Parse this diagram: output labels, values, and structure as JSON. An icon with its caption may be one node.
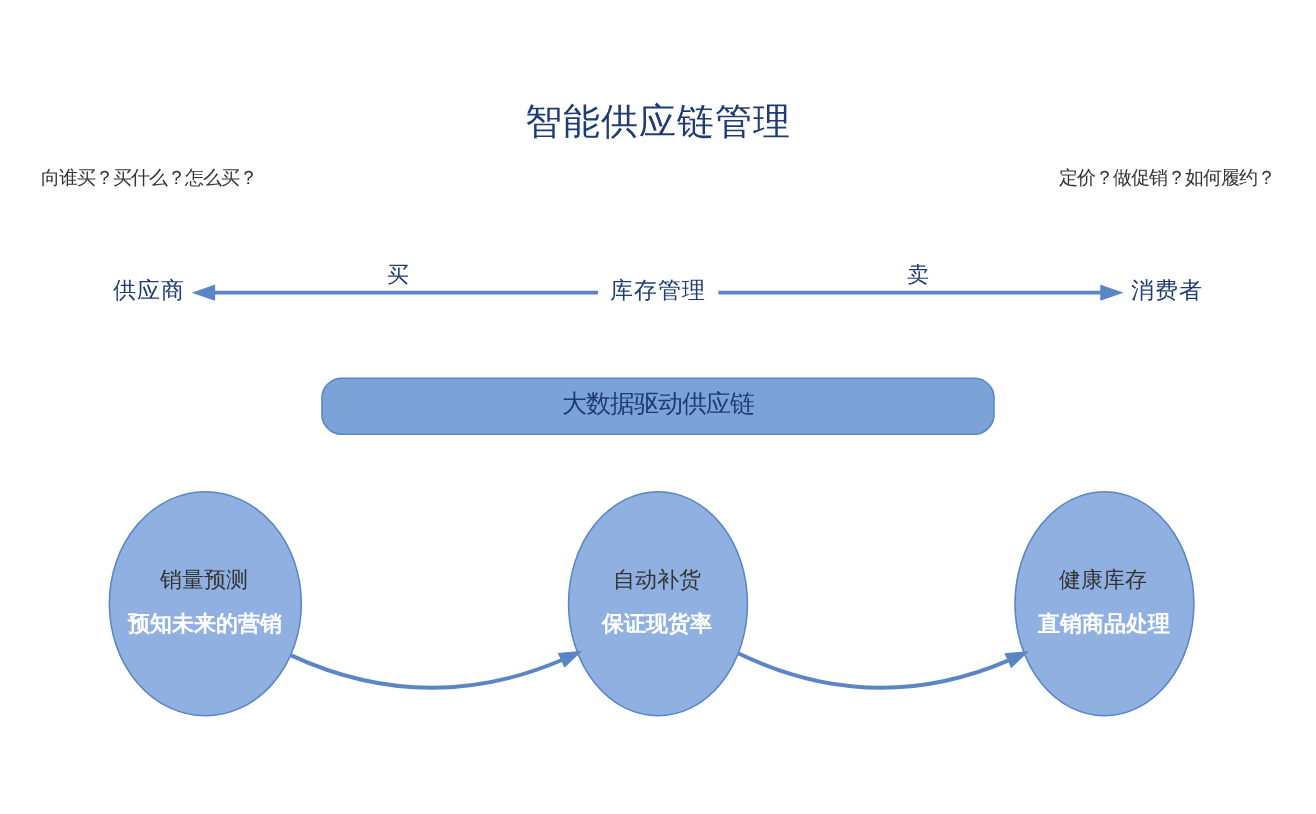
{
  "diagram": {
    "title": "智能供应链管理",
    "nodes": [
      {
        "text": [
          "供应商"
        ]
      },
      {
        "text": [
          "库存管理"
        ]
      },
      {
        "text": [
          "消费者"
        ]
      },
      {
        "text": [
          "大数据驱动供应链"
        ]
      },
      {
        "text": [
          "销量预测",
          "预知未来的营销"
        ]
      },
      {
        "text": [
          "自动补货",
          "保证现货率"
        ]
      },
      {
        "text": [
          "健康库存",
          "直销商品处理"
        ]
      }
    ],
    "edges": [
      {
        "from": 1,
        "to": 0,
        "arrow": "to",
        "label": "买"
      },
      {
        "from": 1,
        "to": 2,
        "arrow": "to",
        "label": "卖"
      },
      {
        "from": 4,
        "to": 5,
        "arrow": "to"
      },
      {
        "from": 5,
        "to": 6,
        "arrow": "to"
      }
    ],
    "labels": [
      "向谁买？买什么？怎么买？",
      "定价？做促销？如何履约？"
    ]
  }
}
